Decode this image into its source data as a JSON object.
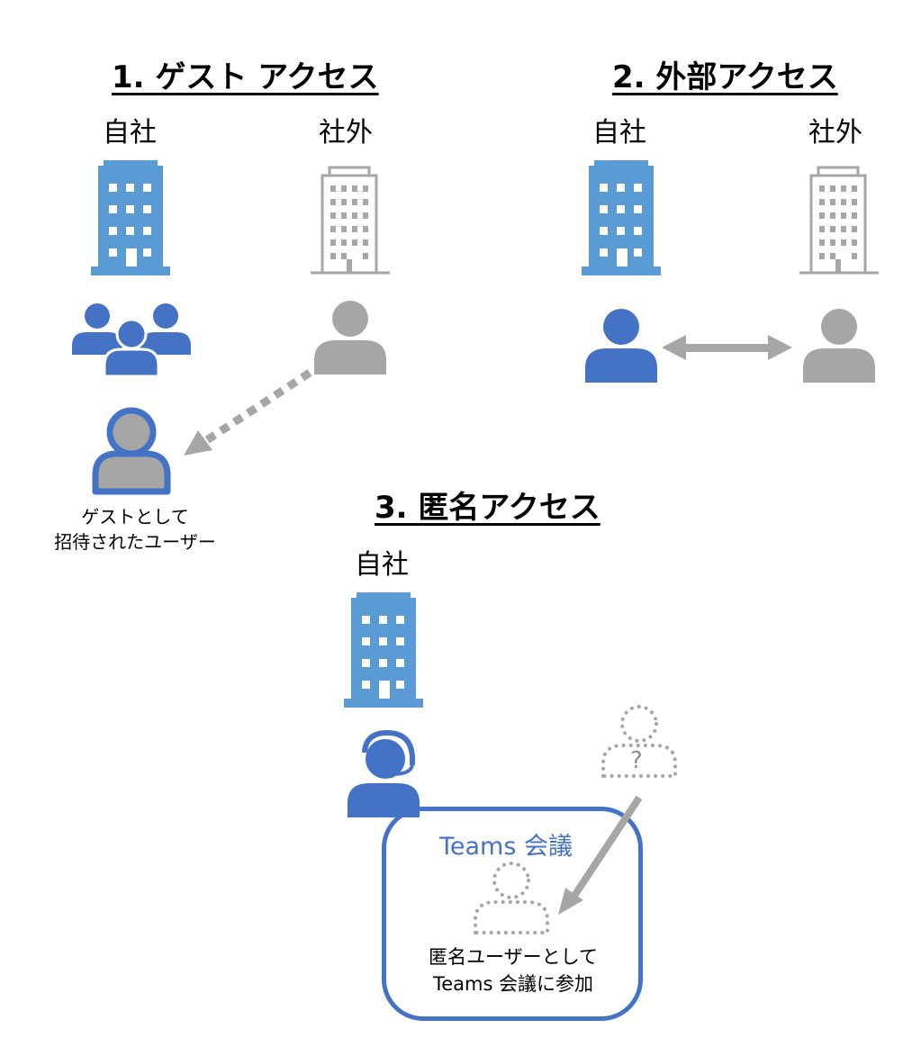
{
  "section1": {
    "title": "1. ゲスト アクセス",
    "own_company": "自社",
    "external": "社外",
    "caption_line1": "ゲストとして",
    "caption_line2": "招待されたユーザー"
  },
  "section2": {
    "title": "2. 外部アクセス",
    "own_company": "自社",
    "external": "社外"
  },
  "section3": {
    "title": "3. 匿名アクセス",
    "own_company": "自社",
    "meeting_label": "Teams 会議",
    "unknown_mark": "?",
    "caption_line1": "匿名ユーザーとして",
    "caption_line2": "Teams 会議に参加"
  },
  "colors": {
    "blue_building": "#5B9BD5",
    "blue_person": "#4472C4",
    "gray": "#A6A6A6"
  }
}
